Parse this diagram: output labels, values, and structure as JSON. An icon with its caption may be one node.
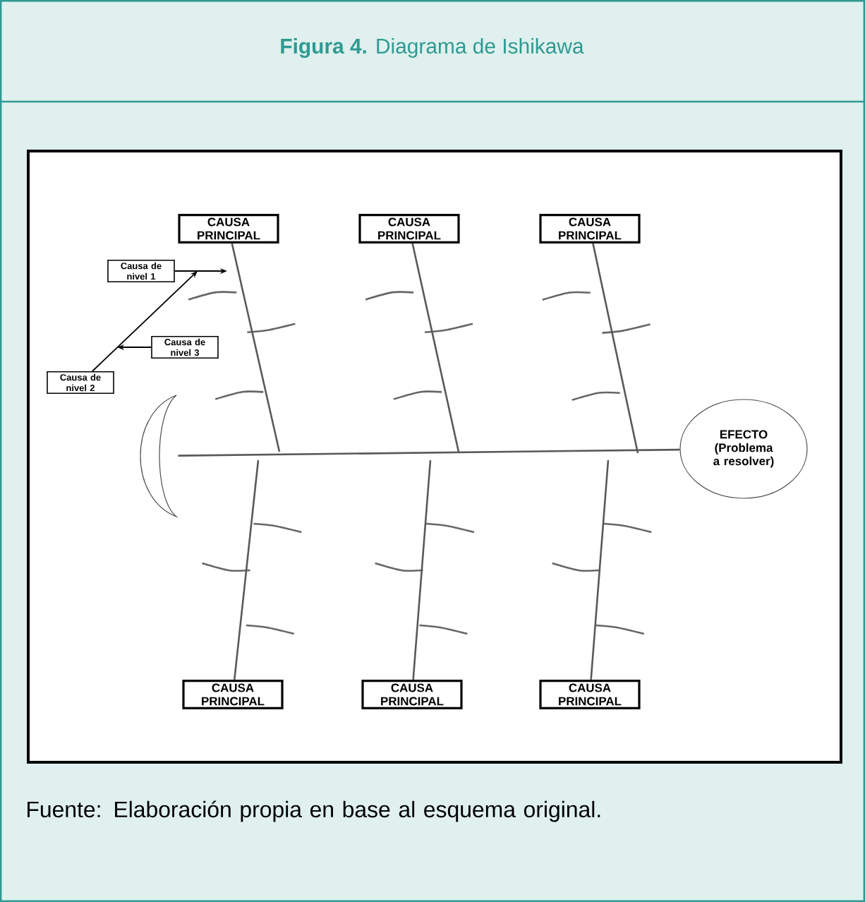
{
  "diagram": {
    "title": "**Figura 4.** Diagrama de Ishikawa",
    "caption": "Fuente: Elaboración propia en base al esquema original.",
    "nodes": [
      {
        "text": [
          "CAUSA PRINCIPAL"
        ]
      },
      {
        "text": [
          "CAUSA PRINCIPAL"
        ]
      },
      {
        "text": [
          "CAUSA PRINCIPAL"
        ]
      },
      {
        "text": [
          "Causa de nivel 1"
        ]
      },
      {
        "text": [
          "Causa de nivel 3"
        ]
      },
      {
        "text": [
          "Causa de nivel 2"
        ]
      },
      {
        "text": [
          "CAUSA PRINCIPAL"
        ]
      },
      {
        "text": [
          "CAUSA PRINCIPAL"
        ]
      },
      {
        "text": [
          "CAUSA PRINCIPAL"
        ]
      },
      {
        "text": [
          "EFECTO (Problema a resolver)"
        ]
      },
      {
        "text": [],
        "shape": "crescent"
      }
    ],
    "edges": [
      {
        "from": 0,
        "to": null,
        "arrow": "none"
      },
      {
        "from": 1,
        "to": null,
        "arrow": "none"
      },
      {
        "from": 2,
        "to": null,
        "arrow": "none"
      },
      {
        "from": 6,
        "to": null,
        "arrow": "none"
      },
      {
        "from": 7,
        "to": null,
        "arrow": "none"
      },
      {
        "from": 8,
        "to": null,
        "arrow": "none"
      },
      {
        "from": 10,
        "to": 9,
        "arrow": "none"
      },
      {
        "from": 3,
        "to": null,
        "arrow": "to"
      },
      {
        "from": 5,
        "to": null,
        "arrow": "to"
      },
      {
        "from": 4,
        "to": null,
        "arrow": "to"
      }
    ]
  }
}
